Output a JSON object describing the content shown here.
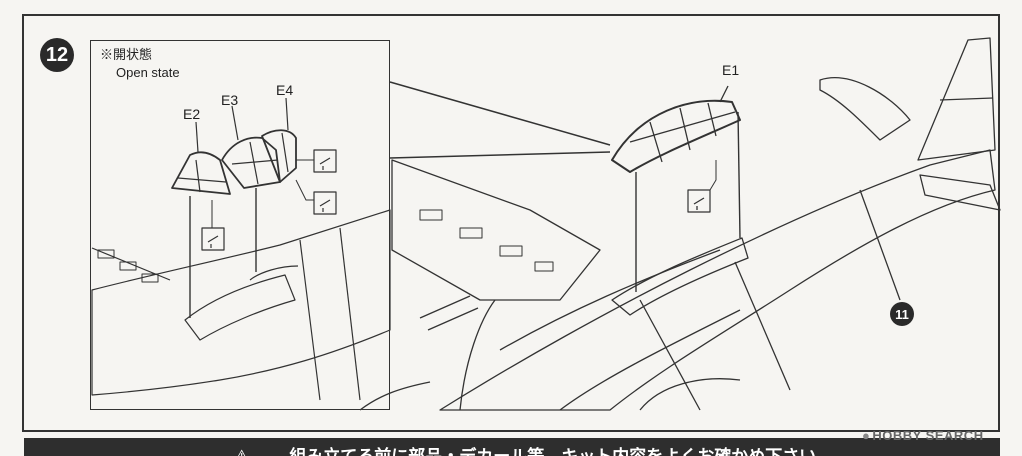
{
  "step": {
    "number": "12",
    "reference_step": "11"
  },
  "inset": {
    "note_jp": "※開状態",
    "note_en": "Open state",
    "parts": [
      "E2",
      "E3",
      "E4"
    ]
  },
  "main": {
    "part": "E1"
  },
  "banner": {
    "text": "組み立てる前に部品・デカール等、キット内容をよくお確かめ下さい。"
  },
  "watermark": {
    "text": "HOBBY SEARCH"
  },
  "icons": [
    "step-number-icon",
    "glue-icon",
    "warning-icon"
  ],
  "colors": {
    "line": "#333333",
    "banner": "#2e2e2e",
    "paper": "#f6f5f2"
  }
}
